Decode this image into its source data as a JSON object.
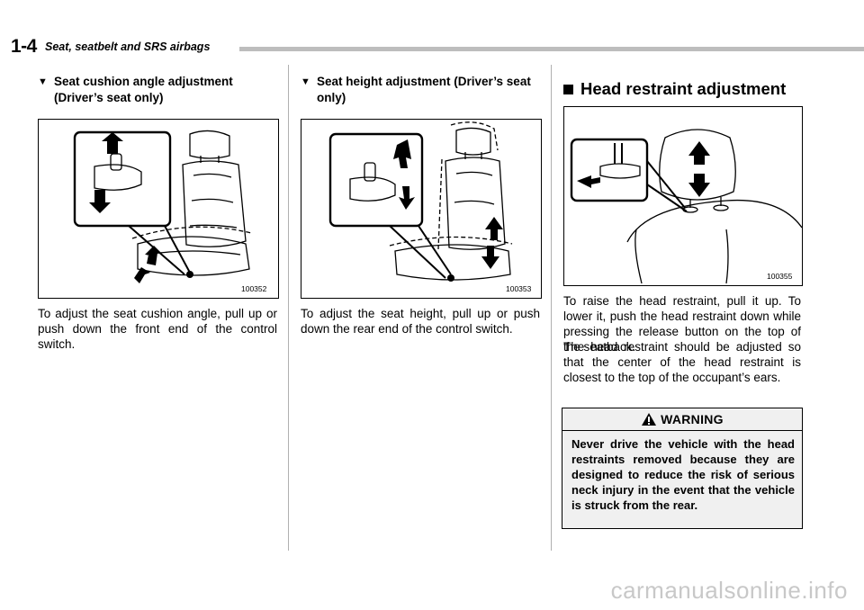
{
  "header": {
    "page_number": "1-4",
    "section_title": "Seat, seatbelt and SRS airbags"
  },
  "col1": {
    "heading": "Seat cushion angle adjustment (Driver’s seat only)",
    "figure_id": "100352",
    "body": "To adjust the seat cushion angle, pull up or push down the front end of the control switch."
  },
  "col2": {
    "heading": "Seat height adjustment (Driver’s seat only)",
    "figure_id": "100353",
    "body": "To adjust the seat height, pull up or push down the rear end of the control switch."
  },
  "col3": {
    "heading": "Head restraint adjustment",
    "figure_id": "100355",
    "body1": "To raise the head restraint, pull it up. To lower it, push the head restraint down while pressing the release button on the top of the seatback.",
    "body2": "The head restraint should be adjusted so that the center of the head restraint is closest to the top of the occupant’s ears.",
    "warning_label": "WARNING",
    "warning_text": "Never drive the vehicle with the head restraints removed because they are designed to reduce the risk of serious neck injury in the event that the vehicle is struck from the rear."
  },
  "watermark": "carmanualsonline.info",
  "icons": {
    "bullet": "triangle-down-icon",
    "section_marker": "black-square-icon",
    "warning": "warning-triangle-icon"
  }
}
